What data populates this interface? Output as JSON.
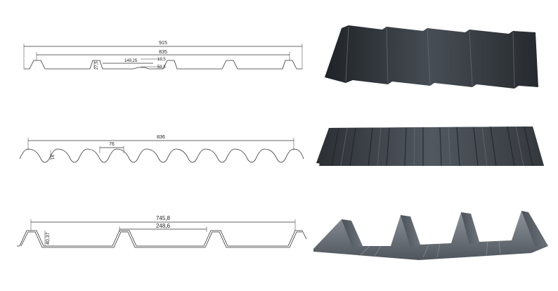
{
  "profiles": [
    {
      "dims": {
        "overall": "915",
        "cover": "835",
        "pitch": "149,25",
        "d1": "19,5",
        "d2": "59,5",
        "height": "27,5"
      },
      "photo_color": "#2d3136"
    },
    {
      "dims": {
        "overall": "836",
        "pitch": "76",
        "height": "18"
      },
      "photo_color": "#3b3f44"
    },
    {
      "dims": {
        "overall": "745,8",
        "pitch": "248,6",
        "height": "40,37"
      },
      "photo_color": "#5f666e"
    }
  ]
}
